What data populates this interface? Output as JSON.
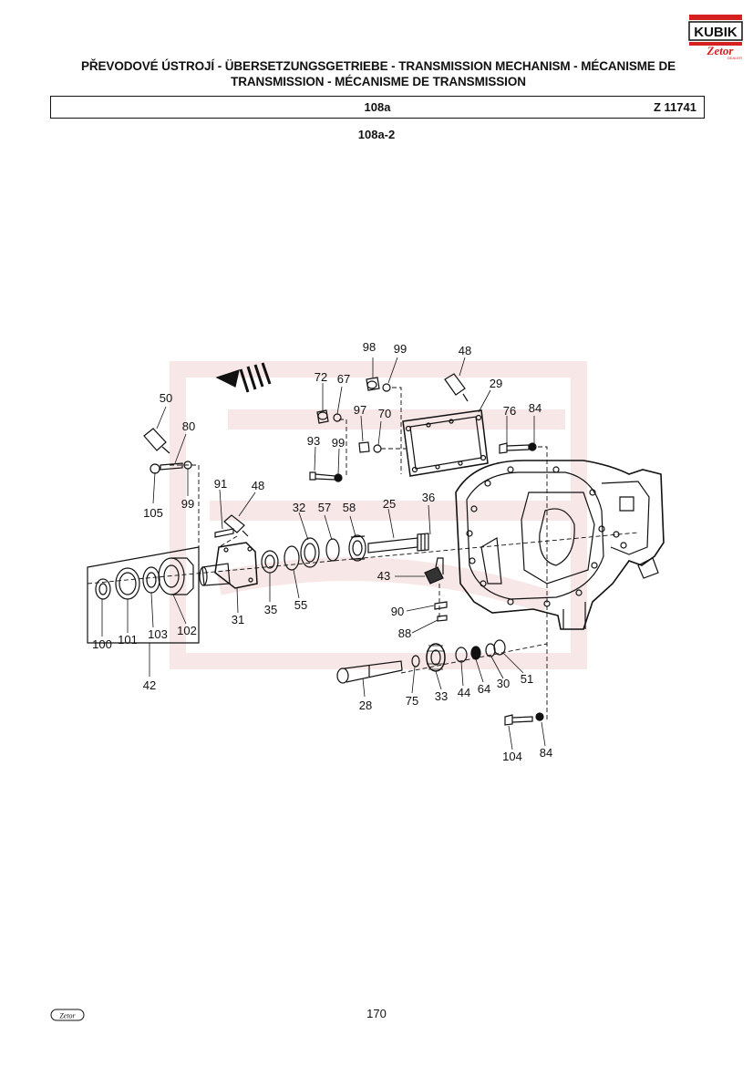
{
  "header": {
    "brand_logo": "KUBIK",
    "brand_sub": "Zetor",
    "brand_dealer": "DEALER",
    "title_line1": "PŘEVODOVÉ ÚSTROJÍ - ÜBERSETZUNGSGETRIEBE - TRANSMISSION MECHANISM - MÉCANISME DE",
    "title_line2": "TRANSMISSION - MÉCANISME DE TRANSMISSION",
    "group_code": "108a",
    "group_ref": "Z 11741",
    "section_code": "108a-2"
  },
  "callouts": [
    "98",
    "99",
    "48",
    "72",
    "67",
    "29",
    "97",
    "70",
    "76",
    "84",
    "50",
    "80",
    "93",
    "99b",
    "105",
    "99c",
    "91",
    "48b",
    "32",
    "57",
    "58",
    "25",
    "36",
    "43",
    "90",
    "88",
    "100",
    "101",
    "103",
    "102",
    "31",
    "35",
    "55",
    "28",
    "75",
    "33",
    "44",
    "64",
    "30",
    "51",
    "42",
    "104",
    "84b"
  ],
  "callout_labels": {
    "98": "98",
    "99": "99",
    "48": "48",
    "72": "72",
    "67": "67",
    "29": "29",
    "97": "97",
    "70": "70",
    "76": "76",
    "84": "84",
    "50": "50",
    "80": "80",
    "93": "93",
    "99b": "99",
    "105": "105",
    "99c": "99",
    "91": "91",
    "48b": "48",
    "32": "32",
    "57": "57",
    "58": "58",
    "25": "25",
    "36": "36",
    "43": "43",
    "90": "90",
    "88": "88",
    "100": "100",
    "101": "101",
    "103": "103",
    "102": "102",
    "31": "31",
    "35": "35",
    "55": "55",
    "28": "28",
    "75": "75",
    "33": "33",
    "44": "44",
    "64": "64",
    "30": "30",
    "51": "51",
    "42": "42",
    "104": "104",
    "84b": "84"
  },
  "footer": {
    "page_number": "170",
    "logo_text": "Zetor"
  },
  "colors": {
    "ink": "#111111",
    "brand_red": "#d42020",
    "watermark": "#f3d4d4"
  }
}
